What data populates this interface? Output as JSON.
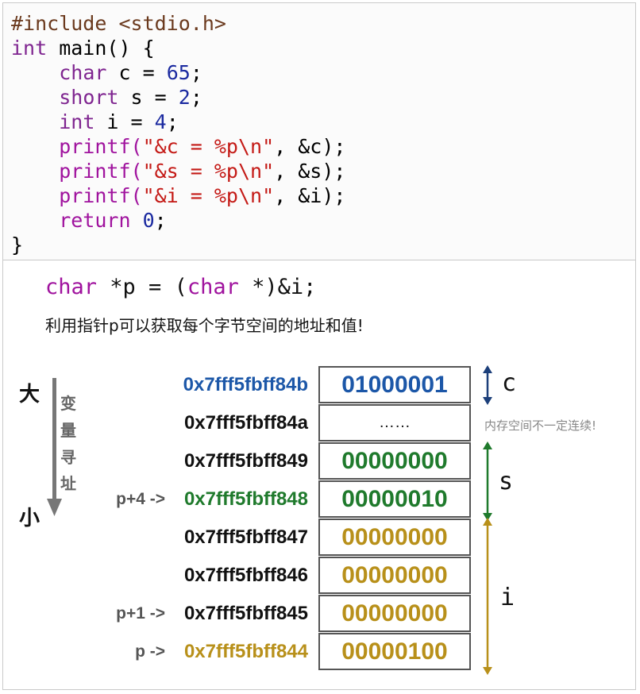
{
  "code": {
    "lines": [
      [
        {
          "t": "#include <stdio.h>",
          "c": "dir"
        }
      ],
      [
        {
          "t": "int",
          "c": "tp"
        },
        {
          "t": " main() {",
          "c": ""
        }
      ],
      [
        {
          "t": "    ",
          "c": ""
        },
        {
          "t": "char",
          "c": "tp"
        },
        {
          "t": " c = ",
          "c": ""
        },
        {
          "t": "65",
          "c": "num"
        },
        {
          "t": ";",
          "c": ""
        }
      ],
      [
        {
          "t": "    ",
          "c": ""
        },
        {
          "t": "short",
          "c": "tp"
        },
        {
          "t": " s = ",
          "c": ""
        },
        {
          "t": "2",
          "c": "num"
        },
        {
          "t": ";",
          "c": ""
        }
      ],
      [
        {
          "t": "    ",
          "c": ""
        },
        {
          "t": "int",
          "c": "tp"
        },
        {
          "t": " i = ",
          "c": ""
        },
        {
          "t": "4",
          "c": "num"
        },
        {
          "t": ";",
          "c": ""
        }
      ],
      [
        {
          "t": "    printf(",
          "c": "kw"
        },
        {
          "t": "\"&c = %p\\n\"",
          "c": "str"
        },
        {
          "t": ", &c);",
          "c": ""
        }
      ],
      [
        {
          "t": "    printf(",
          "c": "kw"
        },
        {
          "t": "\"&s = %p\\n\"",
          "c": "str"
        },
        {
          "t": ", &s);",
          "c": ""
        }
      ],
      [
        {
          "t": "    printf(",
          "c": "kw"
        },
        {
          "t": "\"&i = %p\\n\"",
          "c": "str"
        },
        {
          "t": ", &i);",
          "c": ""
        }
      ],
      [
        {
          "t": "    return ",
          "c": "kw"
        },
        {
          "t": "0",
          "c": "num"
        },
        {
          "t": ";",
          "c": ""
        }
      ],
      [
        {
          "t": "}",
          "c": ""
        }
      ]
    ]
  },
  "cast": {
    "kw1": "char",
    "mid": " *p = (",
    "kw2": "char",
    "end": " *)&i;"
  },
  "note": "利用指针p可以获取每个字节空间的地址和值!",
  "axis": {
    "top": "大",
    "bottom": "小",
    "chars": [
      "变",
      "量",
      "寻",
      "址"
    ]
  },
  "memory": [
    {
      "pointer": "",
      "address": "0x7fff5fbff84b",
      "value": "01000001",
      "addr_color": "blue",
      "val_color": "blue"
    },
    {
      "pointer": "",
      "address": "0x7fff5fbff84a",
      "value": "……",
      "addr_color": "dark",
      "val_color": "dark"
    },
    {
      "pointer": "",
      "address": "0x7fff5fbff849",
      "value": "00000000",
      "addr_color": "dark",
      "val_color": "green"
    },
    {
      "pointer": "p+4 ->",
      "address": "0x7fff5fbff848",
      "value": "00000010",
      "addr_color": "green",
      "val_color": "green"
    },
    {
      "pointer": "",
      "address": "0x7fff5fbff847",
      "value": "00000000",
      "addr_color": "dark",
      "val_color": "gold"
    },
    {
      "pointer": "",
      "address": "0x7fff5fbff846",
      "value": "00000000",
      "addr_color": "dark",
      "val_color": "gold"
    },
    {
      "pointer": "p+1 ->",
      "address": "0x7fff5fbff845",
      "value": "00000000",
      "addr_color": "dark",
      "val_color": "gold"
    },
    {
      "pointer": "p ->",
      "address": "0x7fff5fbff844",
      "value": "00000100",
      "addr_color": "gold",
      "val_color": "gold"
    }
  ],
  "vars": {
    "c": "c",
    "s": "s",
    "i": "i"
  },
  "side_note": "内存空间不一定连续!",
  "colors": {
    "blue": "#1c57a8",
    "green": "#1f7a2c",
    "gold": "#b8901a",
    "keyword": "#a0139e"
  }
}
